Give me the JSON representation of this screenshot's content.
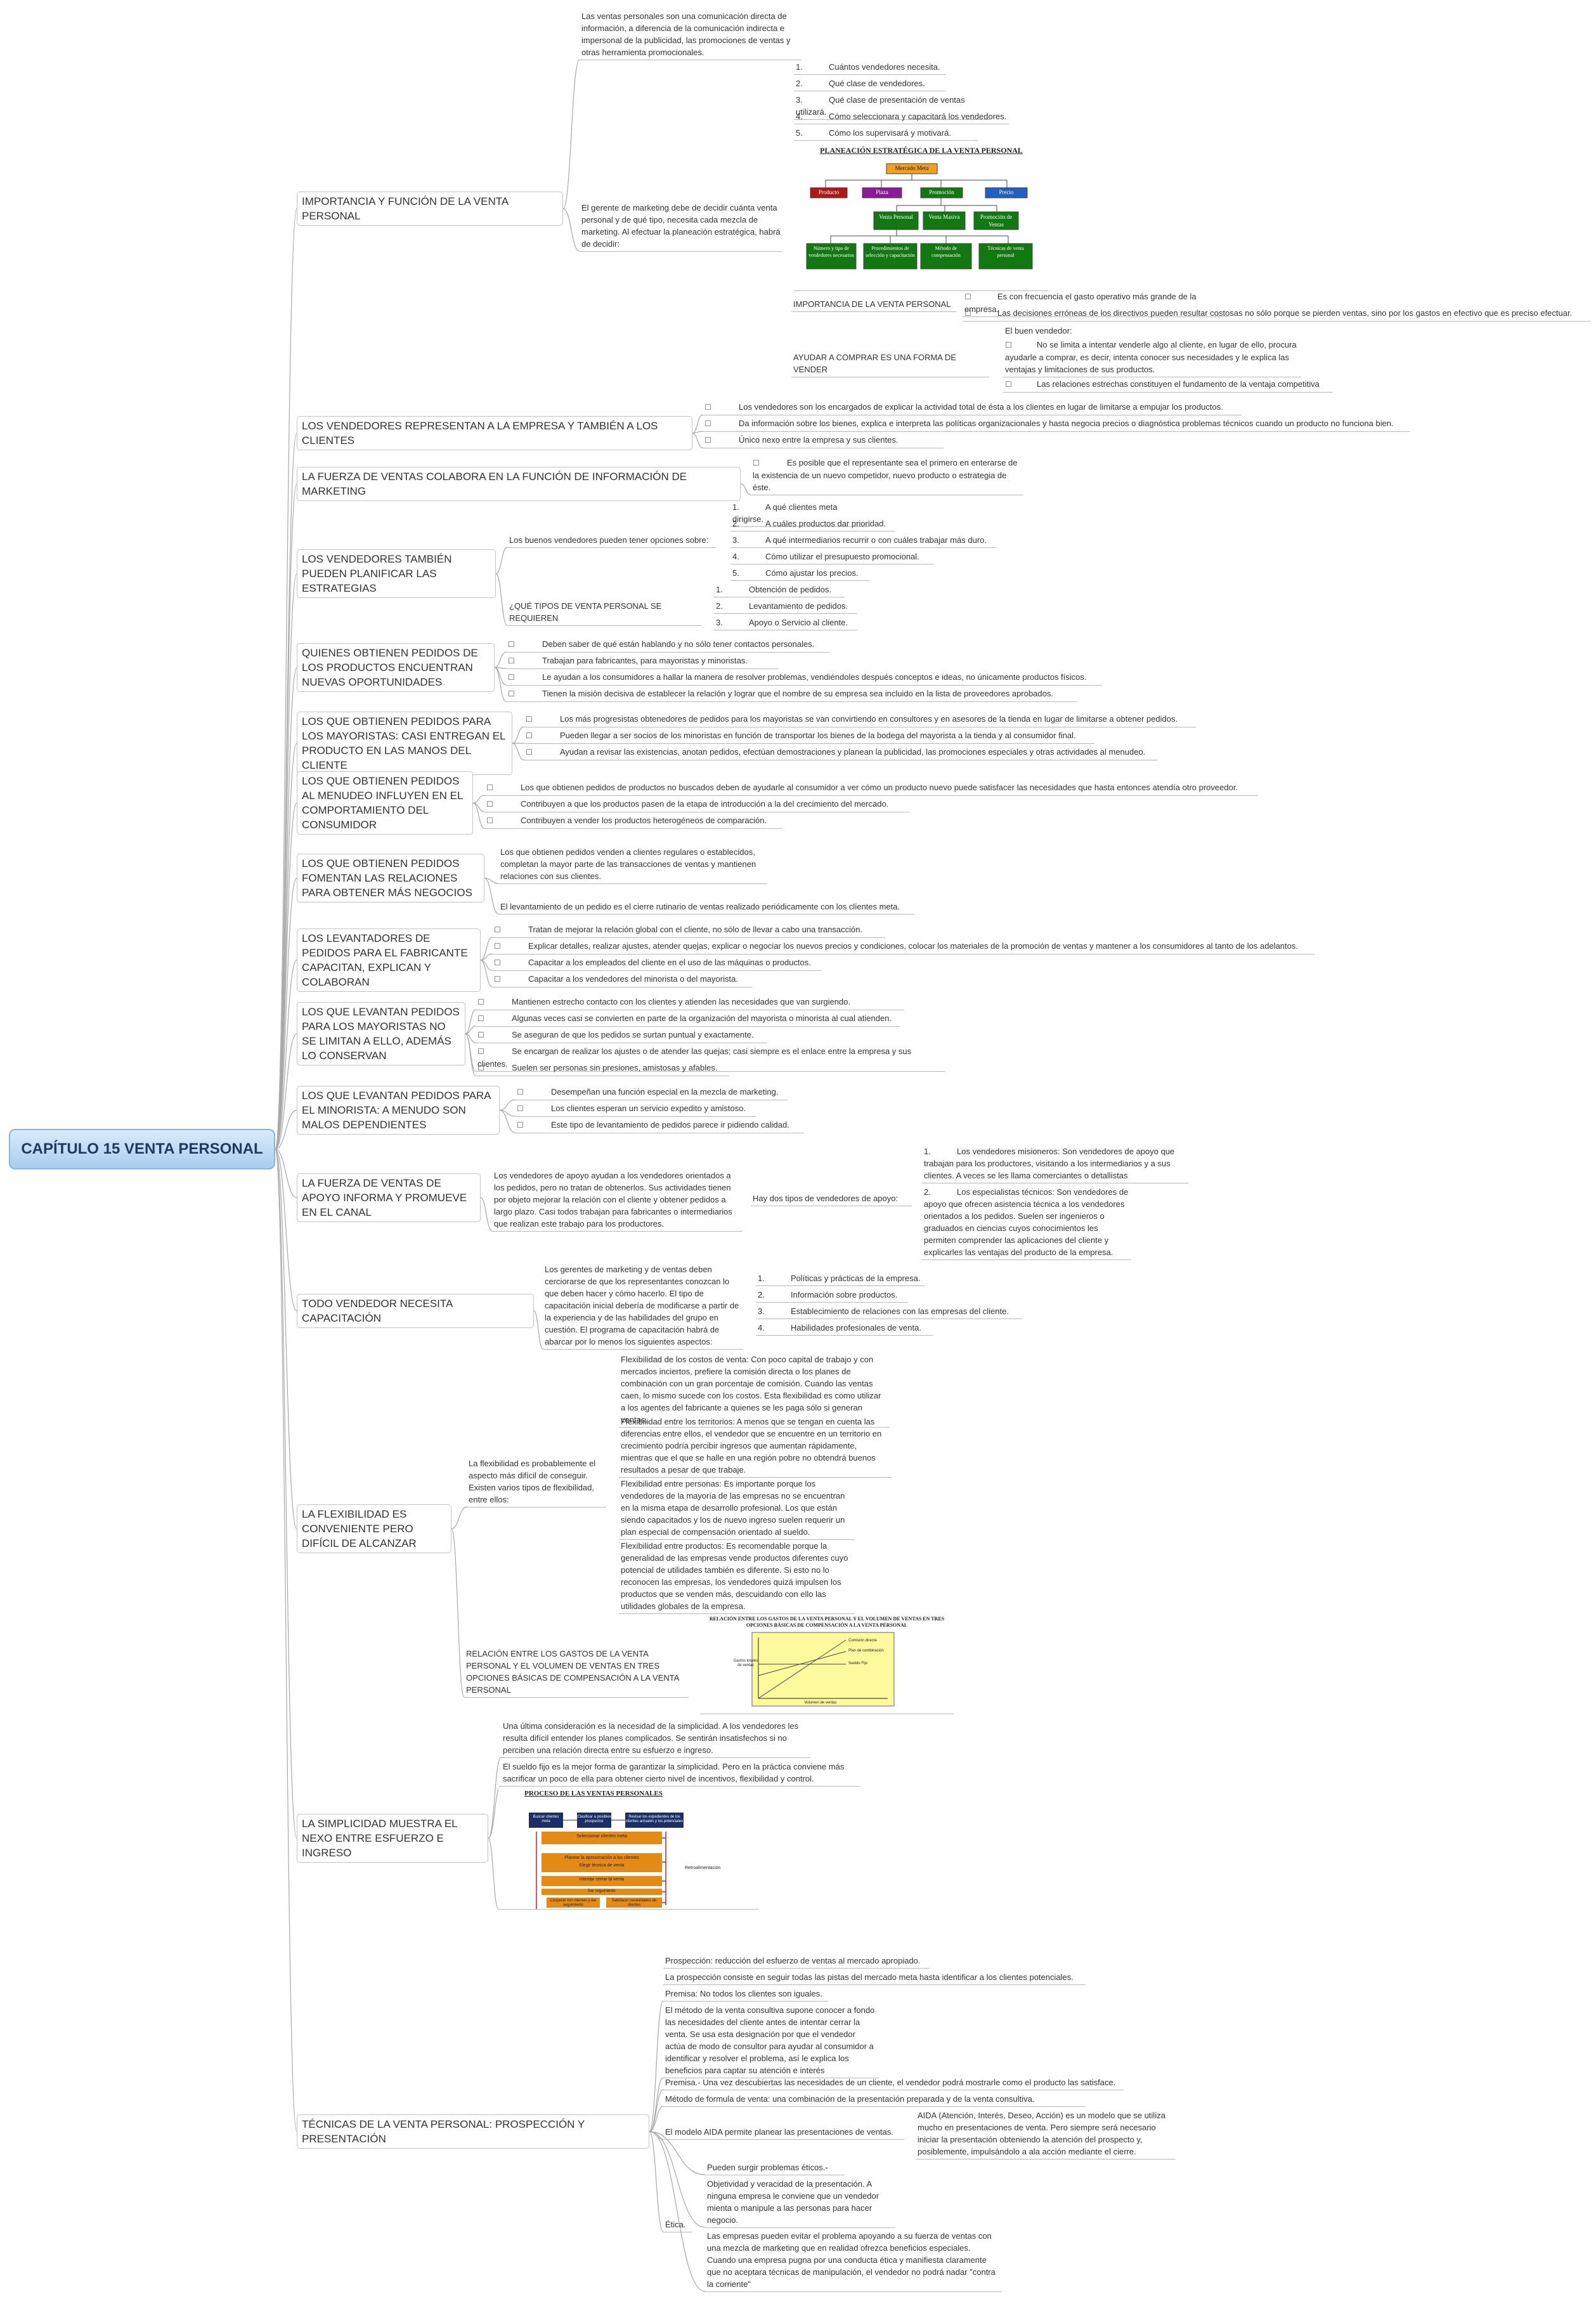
{
  "central": "CAPÍTULO 15 VENTA PERSONAL",
  "branches": {
    "importancia": "IMPORTANCIA Y FUNCIÓN DE LA VENTA PERSONAL",
    "representan": "LOS VENDEDORES REPRESENTAN A LA EMPRESA Y TAMBIÉN A LOS CLIENTES",
    "informacion": "LA FUERZA DE VENTAS COLABORA EN LA FUNCIÓN DE INFORMACIÓN DE MARKETING",
    "planificar": "LOS VENDEDORES TAMBIÉN PUEDEN PLANIFICAR LAS ESTRATEGIAS",
    "oportunidades": "QUIENES OBTIENEN PEDIDOS DE LOS PRODUCTOS ENCUENTRAN NUEVAS OPORTUNIDADES",
    "mayoristas": "LOS QUE OBTIENEN PEDIDOS PARA LOS MAYORISTAS: CASI ENTREGAN EL PRODUCTO EN LAS MANOS DEL CLIENTE",
    "menudeo": "LOS QUE OBTIENEN PEDIDOS AL MENUDEO INFLUYEN EN EL COMPORTAMIENTO DEL CONSUMIDOR",
    "relaciones": "LOS QUE OBTIENEN PEDIDOS FOMENTAN LAS RELACIONES PARA OBTENER MÁS NEGOCIOS",
    "fabricante": "LOS LEVANTADORES DE PEDIDOS PARA EL FABRICANTE CAPACITAN, EXPLICAN Y COLABORAN",
    "levantan_mayoristas": "LOS QUE LEVANTAN PEDIDOS PARA LOS MAYORISTAS NO SE LIMITAN A ELLO, ADEMÁS LO CONSERVAN",
    "minorista": "LOS QUE LEVANTAN PEDIDOS PARA EL MINORISTA: A MENUDO SON MALOS DEPENDIENTES",
    "apoyo": "LA FUERZA DE VENTAS DE APOYO INFORMA Y PROMUEVE EN EL CANAL",
    "capacitacion": "TODO VENDEDOR NECESITA CAPACITACIÓN",
    "flexibilidad": "LA FLEXIBILIDAD ES CONVENIENTE PERO DIFÍCIL DE ALCANZAR",
    "simplicidad": "LA SIMPLICIDAD MUESTRA EL NEXO ENTRE ESFUERZO E INGRESO",
    "tecnicas": "TÉCNICAS DE LA VENTA PERSONAL: PROSPECCIÓN Y PRESENTACIÓN"
  },
  "importancia": {
    "intro": "Las ventas personales son una comunicación directa de información, a diferencia de la comunicación indirecta e impersonal de la publicidad, las promociones de ventas y otras herramienta promocionales.",
    "gerente": "El gerente de marketing debe de decidir cuánta venta personal y de qué tipo, necesita cada mezcla de marketing. Al efectuar la planeación estratégica, habrá de decidir:",
    "decisiones": [
      {
        "n": "1.",
        "t": "Cuántos vendedores necesita."
      },
      {
        "n": "2.",
        "t": "Qué clase de vendedores."
      },
      {
        "n": "3.",
        "t": "Qué clase de presentación de ventas utilizará."
      },
      {
        "n": "4.",
        "t": "Cómo seleccionara y capacitará los vendedores."
      },
      {
        "n": "5.",
        "t": "Cómo los supervisará y motivará."
      }
    ],
    "diagram": {
      "title": "PLANEACIÓN ESTRATÉGICA DE LA VENTA PERSONAL",
      "root": "Mercado Meta",
      "level1": [
        "Producto",
        "Plaza",
        "Promoción",
        "Precio"
      ],
      "level2": [
        "Venta Personal",
        "Venta Masiva",
        "Promoción de Ventas"
      ],
      "level3": [
        "Número y tipo de vendedores necesarios",
        "Procedimientos de selección y capacitación",
        "Método de compensación",
        "Técnicas de venta personal"
      ],
      "colors": {
        "root": "#f0a020",
        "producto": "#b01818",
        "plaza": "#8a1a9a",
        "promocion": "#127812",
        "precio": "#2060c0",
        "green": "#127812"
      }
    },
    "imp_label": "IMPORTANCIA DE LA VENTA PERSONAL",
    "imp_items": [
      "Es con frecuencia el gasto operativo más grande de la empresa.",
      "Las decisiones erróneas de los directivos pueden resultar costosas no sólo porque se pierden ventas, sino por los gastos en efectivo que es preciso efectuar."
    ],
    "ayudar_label": "AYUDAR A COMPRAR ES UNA FORMA DE VENDER",
    "buen_vendedor": "El buen vendedor:",
    "ayudar_items": [
      "No se limita a intentar venderle algo al cliente, en lugar de ello, procura ayudarle a comprar, es decir, intenta conocer sus necesidades y le explica las ventajas y limitaciones de sus productos.",
      "Las relaciones estrechas constituyen el fundamento de la ventaja competitiva"
    ]
  },
  "representan_items": [
    "Los vendedores son los encargados de explicar la actividad total de ésta a los clientes en lugar de limitarse a empujar los productos.",
    "Da información sobre los bienes, explica e interpreta las políticas organizacionales y hasta negocia precios o diagnóstica problemas técnicos cuando un producto no funciona bien.",
    "Único nexo entre la empresa y sus clientes."
  ],
  "informacion_item": "Es posible que el representante sea el primero en enterarse de la existencia de un nuevo competidor, nuevo producto o estrategia de éste.",
  "planificar": {
    "opciones_label": "Los buenos vendedores pueden tener opciones sobre:",
    "opciones": [
      {
        "n": "1.",
        "t": "A qué clientes meta dirigirse."
      },
      {
        "n": "2.",
        "t": "A cuáles productos dar prioridad."
      },
      {
        "n": "3.",
        "t": "A qué intermediarios recurrir o con cuáles trabajar más duro."
      },
      {
        "n": "4.",
        "t": "Cómo utilizar el presupuesto promocional."
      },
      {
        "n": "5.",
        "t": "Cómo ajustar los precios."
      }
    ],
    "tipos_label": "¿QUÉ TIPOS DE VENTA PERSONAL SE REQUIEREN",
    "tipos": [
      {
        "n": "1.",
        "t": "Obtención de pedidos."
      },
      {
        "n": "2.",
        "t": "Levantamiento de pedidos."
      },
      {
        "n": "3.",
        "t": "Apoyo o Servicio al cliente."
      }
    ]
  },
  "oportunidades_items": [
    "Deben saber de qué están hablando y no sólo tener contactos personales.",
    "Trabajan para fabricantes, para mayoristas y minoristas.",
    "Le ayudan a los consumidores a hallar la manera de resolver problemas, vendiéndoles después conceptos e ideas, no únicamente productos físicos.",
    "Tienen la misión decisiva de establecer la relación y lograr que el nombre de su empresa sea incluido en la lista de proveedores aprobados."
  ],
  "mayoristas_items": [
    "Los más progresistas obtenedores de pedidos para los mayoristas se van convirtiendo en consultores y en asesores de la tienda en lugar de limitarse a obtener pedidos.",
    "Pueden llegar a ser socios de los minoristas en función de transportar los bienes de la bodega del mayorista a la tienda y al consumidor final.",
    "Ayudan a revisar las existencias, anotan pedidos, efectúan demostraciones y planean la publicidad, las promociones especiales y otras actividades al menudeo."
  ],
  "menudeo_items": [
    "Los que obtienen pedidos de productos no buscados deben de ayudarle al consumidor a ver cómo un producto nuevo puede satisfacer las necesidades que hasta entonces atendía otro proveedor.",
    "Contribuyen a que los productos pasen de la etapa de introducción a la del crecimiento del mercado.",
    "Contribuyen a vender los productos heterogéneos de comparación."
  ],
  "relaciones_items": [
    "Los que obtienen pedidos venden a clientes regulares o establecidos, completan la mayor parte de las transacciones de ventas y mantienen relaciones con sus clientes.",
    "El levantamiento de un pedido es el cierre rutinario de ventas realizado periódicamente con los clientes meta."
  ],
  "fabricante_items": [
    "Tratan de mejorar la relación global con el cliente, no sólo de llevar a cabo una transacción.",
    "Explicar detalles, realizar ajustes, atender quejas, explicar o negociar los nuevos precios y condiciones, colocar los materiales de la promoción de ventas y mantener a los consumidores al tanto de los adelantos.",
    "Capacitar a los empleados del cliente en el uso de las máquinas o productos.",
    "Capacitar a los vendedores del minorista o del mayorista."
  ],
  "levantan_mayoristas_items": [
    "Mantienen estrecho contacto con los clientes y atienden las necesidades que van surgiendo.",
    "Algunas veces casi se convierten en parte de la organización del mayorista o minorista al cual atienden.",
    "Se aseguran de que los pedidos se surtan puntual y exactamente.",
    "Se encargan de realizar los ajustes o de atender las quejas; casi siempre es el enlace entre la empresa y sus clientes.",
    "Suelen ser personas sin presiones, amistosas y afables."
  ],
  "minorista_items": [
    "Desempeñan una función especial en la mezcla de marketing.",
    "Los clientes esperan un servicio expedito y amistoso.",
    "Este tipo de levantamiento de pedidos parece ir pidiendo calidad."
  ],
  "apoyo": {
    "text": "Los vendedores de apoyo ayudan a los vendedores orientados a los pedidos, pero no tratan de obtenerlos. Sus actividades tienen por objeto mejorar la relación con el cliente y obtener pedidos a largo plazo. Casi todos trabajan para fabricantes o intermediarios que realizan este trabajo para los productores.",
    "tipos_label": "Hay dos tipos de vendedores de apoyo:",
    "tipos": [
      {
        "n": "1.",
        "t": "Los vendedores misioneros: Son vendedores de apoyo que trabajan para los productores, visitando a los intermediarios y a sus clientes. A veces se les llama comerciantes o detallistas"
      },
      {
        "n": "2.",
        "t": "Los especialistas técnicos: Son vendedores de apoyo que ofrecen asistencia técnica a los vendedores orientados a los pedidos. Suelen ser ingenieros o graduados en ciencias cuyos conocimientos les permiten comprender las aplicaciones del cliente y explicarles las ventajas del producto de la empresa."
      }
    ]
  },
  "capacitacion": {
    "text": "Los gerentes de marketing y de ventas deben cerciorarse de que los representantes conozcan lo que deben hacer y cómo hacerlo. El tipo de capacitación inicial debería de modificarse a partir de la experiencia y de las habilidades del grupo en cuestión. El programa de capacitación habrá de abarcar por lo menos los siguientes aspectos:",
    "items": [
      {
        "n": "1.",
        "t": "Políticas y prácticas de la empresa."
      },
      {
        "n": "2.",
        "t": "Información sobre productos."
      },
      {
        "n": "3.",
        "t": "Establecimiento de relaciones con las empresas del cliente."
      },
      {
        "n": "4.",
        "t": "Habilidades profesionales de venta."
      }
    ]
  },
  "flexibilidad": {
    "text": "La flexibilidad es probablemente el aspecto más difícil de conseguir. Existen varios tipos de flexibilidad, entre ellos:",
    "items": [
      "Flexibilidad de los costos de venta: Con poco capital de trabajo y con mercados inciertos, prefiere la comisión directa o los planes de combinación con un gran porcentaje de comisión. Cuando las ventas caen, lo mismo sucede con los costos. Esta flexibilidad es como utilizar a los agentes del fabricante a quienes se les paga sólo si generan ventas.",
      "Flexibilidad entre los territorios: A menos que se tengan en cuenta las diferencias entre ellos, el vendedor que se encuentre en un territorio en crecimiento podría percibir ingresos que aumentan rápidamente, mientras que el que se halle en una región pobre no obtendrá buenos resultados a pesar de que trabaje.",
      "Flexibilidad entre personas: Es importante porque los vendedores de la mayoría de las empresas no se encuentran en la misma etapa de desarrollo profesional. Los que están siendo capacitados y los de nuevo ingreso suelen requerir un plan especial de compensación orientado al sueldo.",
      "Flexibilidad entre productos: Es recomendable porque la generalidad de las empresas vende productos diferentes cuyo potencial de utilidades también es diferente. Si esto no lo reconocen las empresas, los vendedores quizá impulsen los productos que se venden más, descuidando con ello las utilidades globales de la empresa."
    ],
    "relacion_label": "RELACIÓN ENTRE LOS GASTOS DE LA VENTA PERSONAL Y EL VOLUMEN DE VENTAS EN TRES OPCIONES BÁSICAS DE COMPENSACIÓN A LA VENTA PERSONAL",
    "chart": {
      "title": "RELACIÓN ENTRE LOS GASTOS DE LA VENTA PERSONAL Y EL VOLUMEN DE VENTAS EN TRES OPCIONES BÁSICAS DE COMPENSACIÓN A LA VENTA PERSONAL",
      "ylabel": "Gastos totales de ventas",
      "xlabel": "Volumen de ventas",
      "legend": [
        "Comisión directa",
        "Plan de combinación",
        "Sueldo Fijo"
      ]
    }
  },
  "simplicidad": {
    "items": [
      "Una última consideración es la necesidad de la simplicidad. A los vendedores les resulta difícil entender los planes complicados. Se sentirán insatisfechos si no perciben una relación directa entre su esfuerzo e ingreso.",
      "El sueldo fijo es la mejor forma de garantizar la simplicidad. Pero en la práctica conviene más sacrificar un poco de ella para obtener cierto nivel de incentivos, flexibilidad y control."
    ],
    "diagram": {
      "title": "PROCESO DE LAS VENTAS PERSONALES",
      "top": [
        "Buscar clientes meta",
        "Clasificar a posibles prospectos",
        "Revisar los expedientes de los clientes actuales y los potenciales"
      ],
      "steps": [
        "Seleccionar clientes meta",
        "Planear la aproximación a los clientes",
        "Elegir técnica de venta",
        "Intentar cerrar la venta",
        "Dar seguimiento"
      ],
      "side": "Retroalimentación",
      "bottom": [
        "Cooperar con clientes y dar seguimiento",
        "Satisfacer necesidades de clientes"
      ],
      "colors": {
        "navy": "#1b2f66",
        "orange": "#e48a16",
        "red": "#c82020"
      }
    }
  },
  "tecnicas": {
    "items": [
      "Prospección: reducción del esfuerzo de ventas al mercado apropiado.",
      "La prospección consiste en seguir todas las pistas del mercado meta hasta identificar a los clientes potenciales.",
      "Premisa: No todos los clientes son iguales.",
      "El método de la venta consultiva supone conocer a fondo las necesidades del cliente antes de intentar cerrar la venta. Se usa esta designación por que el vendedor actúa de modo de consultor para ayudar al consumidor a identificar y resolver el problema, así le explica los beneficios para captar su atención e interés",
      "Premisa.- Una vez descubiertas las necesidades de un cliente, el vendedor podrá mostrarle como el producto las satisface.",
      "Método de formula de venta: una combinación de la presentación preparada y de la venta consultiva."
    ],
    "aida_label": "El modelo AIDA permite planear las presentaciones de ventas.",
    "aida": "AIDA (Atención, Interés, Deseo, Acción) es un modelo que se utiliza mucho en presentaciones de venta. Pero siempre será necesario iniciar la presentación obteniendo la atención del prospecto y, posiblemente, impulsándolo a ala acción mediante el cierre.",
    "etica_label": "Ética.",
    "etica_items": [
      "Pueden surgir problemas éticos.-",
      "Objetividad y veracidad de la presentación. A ninguna empresa le conviene que un vendedor mienta o manipule a las personas para hacer negocio.",
      "Las empresas pueden evitar el problema apoyando a su fuerza de ventas con una mezcla de marketing que en realidad ofrezca beneficios especiales. Cuando una empresa pugna por una conducta ética y manifiesta claramente que no aceptara técnicas de manipulación, el vendedor no podrá nadar \"contra la corriente\""
    ]
  },
  "icons": {
    "bullet": "bullet-box-icon",
    "line_color": "#a8a8a8"
  }
}
